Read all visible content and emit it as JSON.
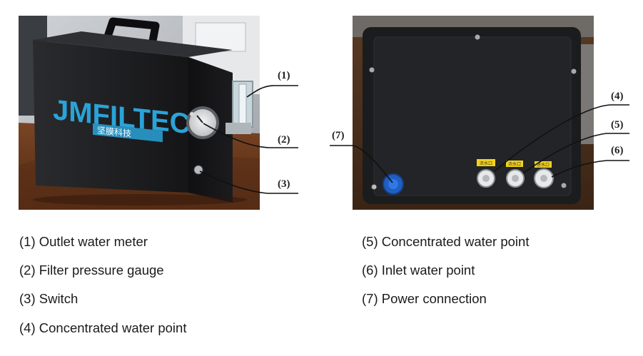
{
  "figure": {
    "left_photo": {
      "brand_text": "JMFILTEC",
      "brand_subtext": "坚膜科技"
    },
    "right_photo": {
      "port_tags": [
        "浓水口",
        "浓水口",
        "进水口"
      ]
    },
    "callouts": [
      "(1)",
      "(2)",
      "(3)",
      "(4)",
      "(5)",
      "(6)",
      "(7)"
    ]
  },
  "legend": {
    "items": [
      "(1) Outlet water meter",
      "(2) Filter pressure gauge",
      "(3) Switch",
      "(4) Concentrated water point",
      "(5) Concentrated water point",
      "(6) Inlet water point",
      "(7) Power connection"
    ]
  },
  "colors": {
    "device_body": "#1c1c1e",
    "brand_blue": "#2aa3d8",
    "desk_wood": "#6b3a1f",
    "connector_blue": "#1f5fc4"
  }
}
